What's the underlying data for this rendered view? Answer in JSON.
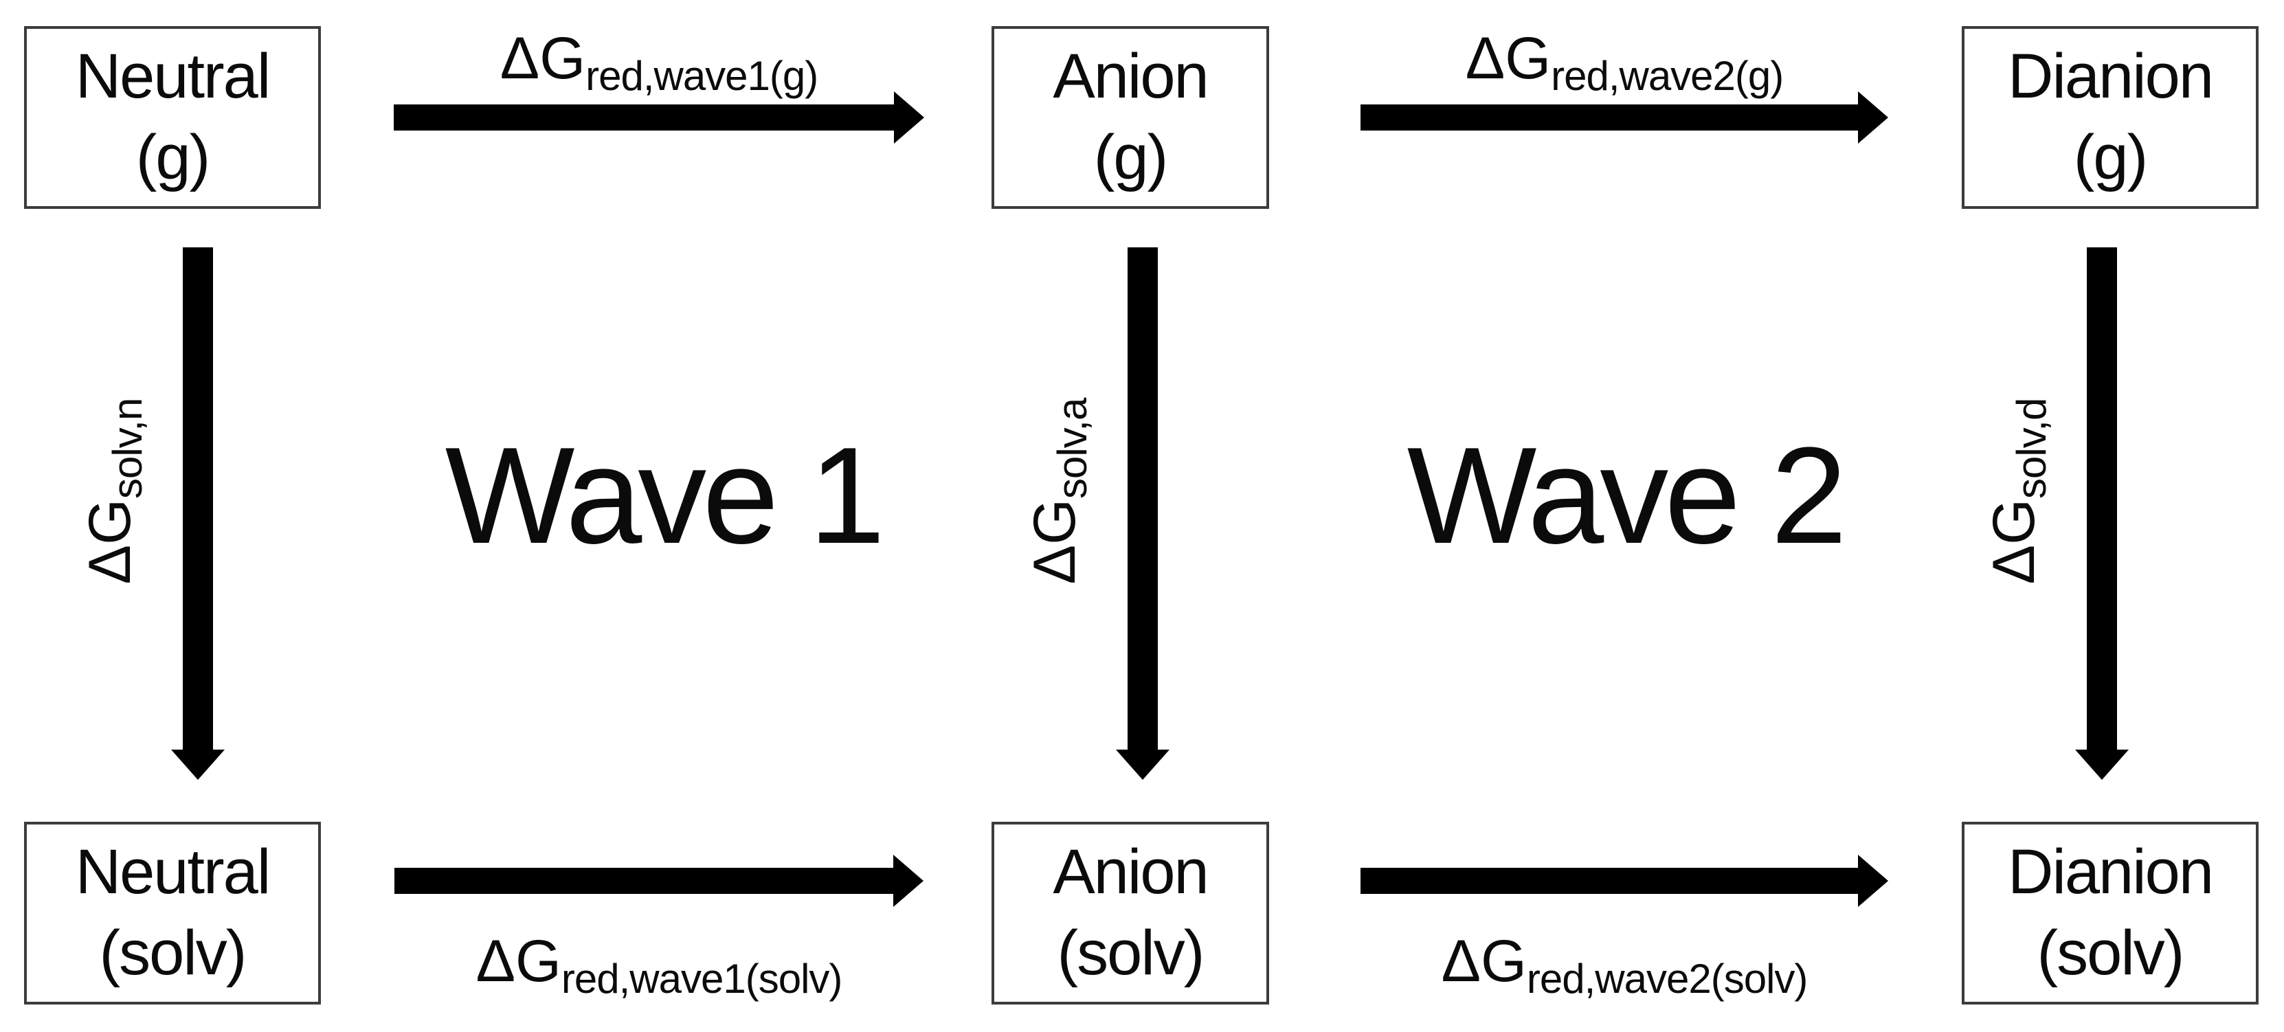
{
  "figure": {
    "background_color": "#ffffff",
    "ink_color": "#000000",
    "box_border_color": "#3c3c3c"
  },
  "boxes": {
    "neutral_g": {
      "line1": "Neutral",
      "line2": "(g)"
    },
    "anion_g": {
      "line1": "Anion",
      "line2": "(g)"
    },
    "dianion_g": {
      "line1": "Dianion",
      "line2": "(g)"
    },
    "neutral_solv": {
      "line1": "Neutral",
      "line2": "(solv)"
    },
    "anion_solv": {
      "line1": "Anion",
      "line2": "(solv)"
    },
    "dianion_solv": {
      "line1": "Dianion",
      "line2": "(solv)"
    }
  },
  "arrow_labels": {
    "red_wave1_g": {
      "main": "ΔG",
      "sub": "red,wave1(g)"
    },
    "red_wave2_g": {
      "main": "ΔG",
      "sub": "red,wave2(g)"
    },
    "red_wave1_solv": {
      "main": "ΔG",
      "sub": "red,wave1(solv)"
    },
    "red_wave2_solv": {
      "main": "ΔG",
      "sub": "red,wave2(solv)"
    },
    "solv_n": {
      "main": "ΔG",
      "sub": "solv,n"
    },
    "solv_a": {
      "main": "ΔG",
      "sub": "solv,a"
    },
    "solv_d": {
      "main": "ΔG",
      "sub": "solv,d"
    }
  },
  "wave_labels": {
    "wave1": "Wave 1",
    "wave2": "Wave 2"
  }
}
